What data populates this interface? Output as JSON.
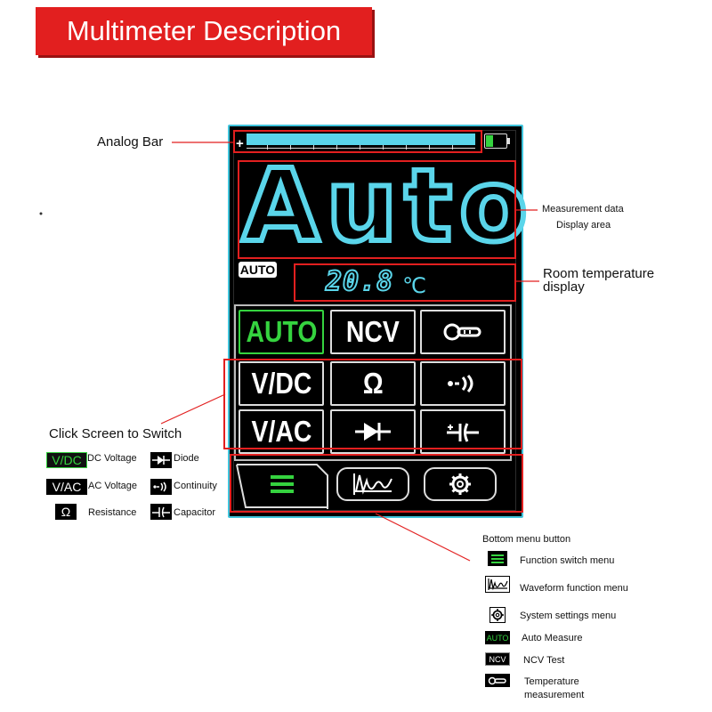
{
  "title": "Multimeter Description",
  "device": {
    "main_reading": "Auto",
    "auto_tag": "AUTO",
    "temperature": {
      "value": "20.8",
      "unit": "℃"
    },
    "grid": {
      "row1": [
        "AUTO",
        "NCV",
        ""
      ],
      "row2": [
        "V/DC",
        "Ω",
        ""
      ],
      "row3": [
        "V/AC",
        "",
        ""
      ]
    },
    "battery_level": 0.35,
    "analog_bar_fill": 1.0
  },
  "callouts": {
    "analog_bar": "Analog Bar",
    "measurement_line1": "Measurement data",
    "measurement_line2": "Display area",
    "room_temp_line1": "Room temperature",
    "room_temp_line2": "display",
    "click_switch": "Click Screen to Switch"
  },
  "left_legend": {
    "dc_chip": "V/DC",
    "dc_label": "DC Voltage",
    "diode_label": "Diode",
    "ac_chip": "V/AC",
    "ac_label": "AC Voltage",
    "continuity_label": "Continuity",
    "ohm_chip": "Ω",
    "resistance_label": "Resistance",
    "capacitor_label": "Capacitor"
  },
  "bottom_legend": {
    "heading": "Bottom menu button",
    "function_switch": "Function switch menu",
    "waveform": "Waveform function menu",
    "settings": "System settings menu",
    "auto_chip": "AUTO",
    "auto_measure": "Auto Measure",
    "ncv_chip": "NCV",
    "ncv_test": "NCV Test",
    "temp_line1": "Temperature",
    "temp_line2": "measurement"
  },
  "colors": {
    "accent_red": "#e21f1f",
    "lcd_cyan": "#5ad5ea",
    "active_green": "#35d33f"
  }
}
